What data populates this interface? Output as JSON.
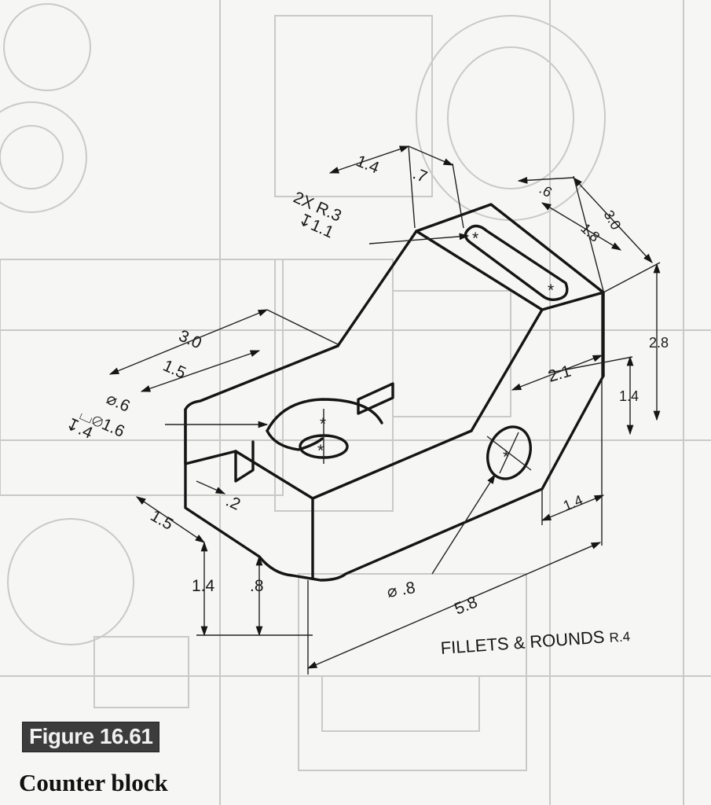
{
  "figure": {
    "number_label": "Figure 16.61",
    "caption": "Counter block"
  },
  "note": {
    "text": "FILLETS & ROUNDS",
    "radius": "R.4"
  },
  "dimensions": {
    "top_1_4": "1.4",
    "top_0_7": ".7",
    "slot_callout_line1": "2X R.3",
    "slot_callout_line2": "↧1.1",
    "top_0_6": ".6",
    "top_1_8": "1.8",
    "top_3_0": "3.0",
    "height_2_8": "2.8",
    "left_3_0": "3.0",
    "left_1_5": "1.5",
    "cbore_hole": "⌀.6",
    "cbore_dia": "⌴⌀1.6",
    "cbore_depth": "↧.4",
    "hole_2_1": "2.1",
    "hole_1_4": "1.4",
    "step_0_2": ".2",
    "front_1_5": "1.5",
    "front_1_4": "1.4",
    "front_0_8": ".8",
    "side_hole_dia": "⌀ .8",
    "bottom_1_4": "1.4",
    "length_5_8": "5.8"
  }
}
